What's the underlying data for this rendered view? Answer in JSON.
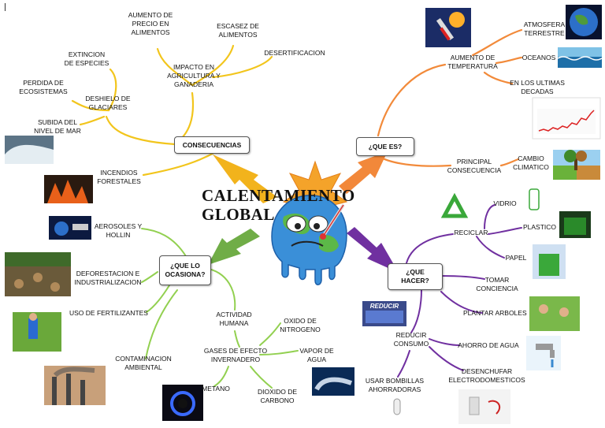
{
  "title_line1": "CALENTAMIENTO",
  "title_line2": "GLOBAL",
  "hubs": {
    "consecuencias": "CONSECUENCIAS",
    "que_es": "¿QUE ES?",
    "que_lo_ocasiona_1": "¿QUE LO",
    "que_lo_ocasiona_2": "OCASIONA?",
    "que_hacer_1": "¿QUE",
    "que_hacer_2": "HACER?"
  },
  "consecuencias": {
    "aumento_precio": [
      "AUMENTO DE",
      "PRECIO EN",
      "ALIMENTOS"
    ],
    "escasez": [
      "ESCASEZ DE",
      "ALIMENTOS"
    ],
    "impacto": [
      "IMPACTO EN",
      "AGRICULTURA Y",
      "GANADERIA"
    ],
    "desertificacion": "DESERTIFICACION",
    "extincion": [
      "EXTINCION",
      "DE ESPECIES"
    ],
    "perdida": [
      "PERDIDA DE",
      "ECOSISTEMAS"
    ],
    "deshielo": [
      "DESHIELO DE",
      "GLACIARES"
    ],
    "subida": [
      "SUBIDA DEL",
      "NIVEL DE MAR"
    ],
    "incendios": [
      "INCENDIOS",
      "FORESTALES"
    ]
  },
  "que_es": {
    "aumento_temp": [
      "AUMENTO DE",
      "TEMPERATURA"
    ],
    "atmosfera": [
      "ATMOSFERA",
      "TERRESTRE"
    ],
    "oceanos": "OCEANOS",
    "ultimas": [
      "EN LOS ULTIMAS",
      "DECADAS"
    ],
    "principal": [
      "PRINCIPAL",
      "CONSECUENCIA"
    ],
    "cambio": [
      "CAMBIO",
      "CLIMATICO"
    ]
  },
  "ocasiona": {
    "aerosoles": [
      "AEROSOLES Y",
      "HOLLIN"
    ],
    "deforestacion": [
      "DEFORESTACION E",
      "INDUSTRIALIZACION"
    ],
    "fertilizantes": "USO DE FERTILIZANTES",
    "contaminacion": [
      "CONTAMINACION",
      "AMBIENTAL"
    ],
    "actividad": [
      "ACTIVIDAD",
      "HUMANA"
    ],
    "gases": [
      "GASES DE EFECTO",
      "INVERNADERO"
    ],
    "oxido": [
      "OXIDO DE",
      "NITROGENO"
    ],
    "vapor": [
      "VAPOR DE",
      "AGUA"
    ],
    "metano": "METANO",
    "dioxido": [
      "DIOXIDO DE",
      "CARBONO"
    ]
  },
  "hacer": {
    "reciclar": "RECICLAR",
    "vidrio": "VIDRIO",
    "plastico": "PLASTICO",
    "papel": "PAPEL",
    "tomar": [
      "TOMAR",
      "CONCIENCIA"
    ],
    "plantar": "PLANTAR ARBOLES",
    "reducir": [
      "REDUCIR",
      "CONSUMO"
    ],
    "ahorro": "AHORRO DE AGUA",
    "desenchufar": [
      "DESENCHUFAR",
      "ELECTRODOMESTICOS"
    ],
    "bombillas": [
      "USAR BOMBILLAS",
      "AHORRADORAS"
    ],
    "reducir_sign": "REDUCIR"
  },
  "colors": {
    "yellow": "#f2c51c",
    "orange": "#f28a3a",
    "green": "#92d050",
    "purple": "#7030a0",
    "arrow_orange": "#f2883a",
    "arrow_green": "#70ad47",
    "arrow_purple": "#7030a0"
  }
}
